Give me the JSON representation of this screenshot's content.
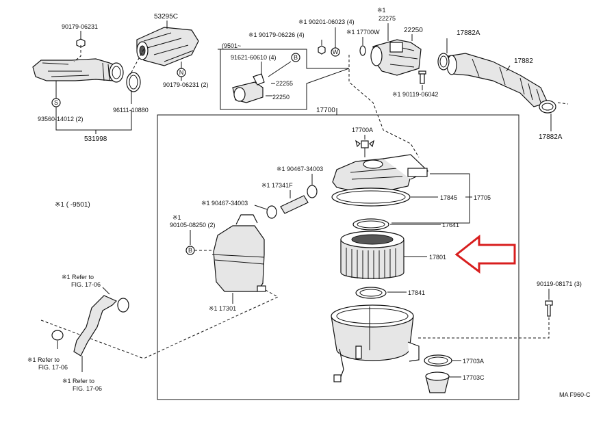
{
  "figure_code": "MA F960-C",
  "labels": {
    "p53295C": "53295C",
    "p90179_06231_top": "90179-06231",
    "p90179_06231_2": "90179-06231 (2)",
    "p93560": "93560-14012 (2)",
    "p96111": "96111-10880",
    "p531998": "531998",
    "inset_date": "(9501~",
    "p91621": "91621-60610 (4)",
    "p22255": "22255",
    "p22250_inset": "22250",
    "p90179_06226": "※1 90179-06226 (4)",
    "p90201": "※1 90201-06023 (4)",
    "p17700W": "※1 17700W",
    "p22275_mark": "※1",
    "p22275": "22275",
    "p22250": "22250",
    "p90119_06042": "※1 90119-06042",
    "p17882A_top": "17882A",
    "p17882": "17882",
    "p17882A_bottom": "17882A",
    "p17700": "17700",
    "p17700A": "17700A",
    "p90467_a": "※1 90467-34003",
    "p17341F": "※1 17341F",
    "p90467_b": "※1 90467-34003",
    "p90105_mark": "※1",
    "p90105": "90105-08250 (2)",
    "note_range": "※1 (    -9501)",
    "p17845": "17845",
    "p17705": "17705",
    "p17641": "17641",
    "p17801": "17801",
    "p17841": "17841",
    "p17301": "※1 17301",
    "p90119_08171": "90119-08171 (3)",
    "p17703A": "17703A",
    "p17703C": "17703C",
    "ref1a": "※1 Refer to",
    "ref1b": "FIG. 17-06",
    "ref2a": "※1 Refer to",
    "ref2b": "FIG. 17-06",
    "ref3a": "※1 Refer to",
    "ref3b": "FIG. 17-06"
  },
  "callouts": {
    "S": "S",
    "N": "N",
    "B_inset": "B",
    "W": "W",
    "B_left": "B"
  },
  "colors": {
    "arrow": "#d81e1e",
    "line": "#111111"
  }
}
